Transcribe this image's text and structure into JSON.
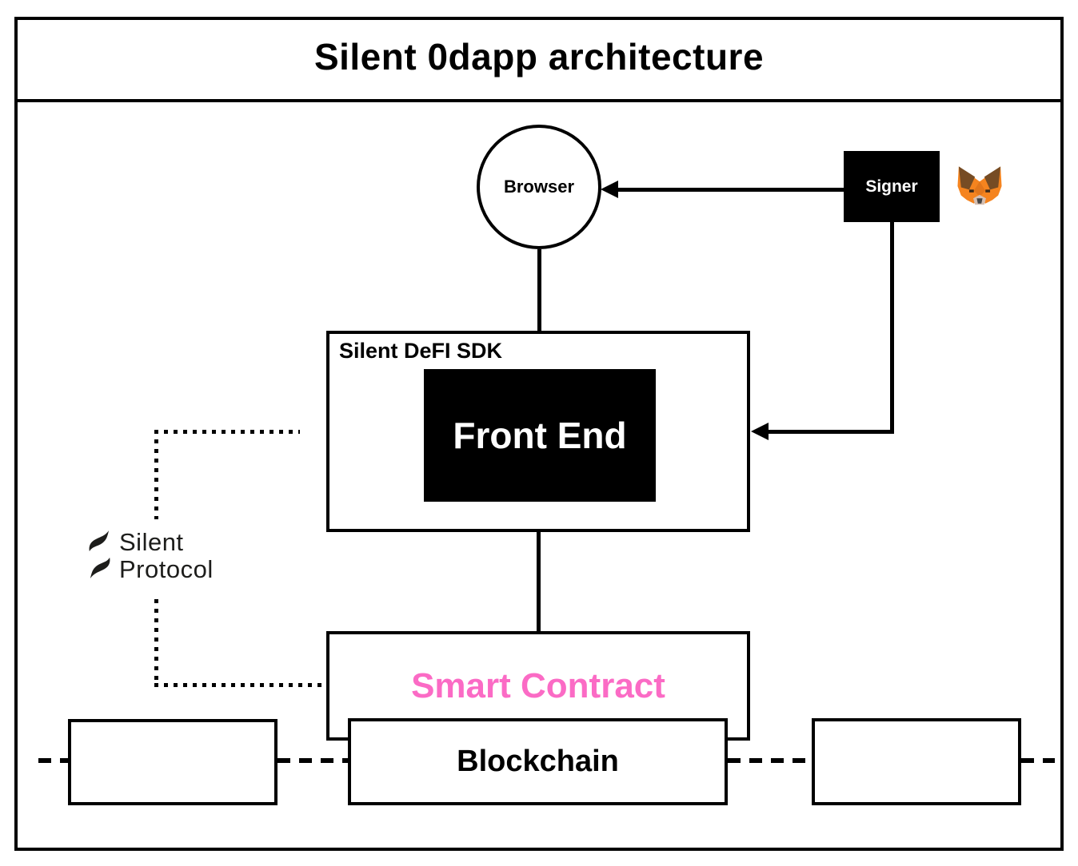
{
  "diagram": {
    "title": "Silent 0dapp architecture",
    "nodes": {
      "browser": {
        "label": "Browser",
        "shape": "circle"
      },
      "signer": {
        "label": "Signer",
        "shape": "filled-black-box"
      },
      "sdk": {
        "label": "Silent DeFI SDK",
        "shape": "box"
      },
      "front_end": {
        "label": "Front End",
        "shape": "filled-black-box"
      },
      "smart_contract": {
        "label": "Smart Contract",
        "shape": "box"
      },
      "blockchain": {
        "label": "Blockchain",
        "shape": "box"
      },
      "peer_box_left": {
        "label": "",
        "shape": "box"
      },
      "peer_box_right": {
        "label": "",
        "shape": "box"
      }
    },
    "logo": {
      "name": "Silent Protocol",
      "line1": "Silent",
      "line2": "Protocol"
    },
    "icons": {
      "metamask": "metamask-fox-icon",
      "silent_protocol_mark": "silent-protocol-logo-icon"
    },
    "edges": [
      {
        "from": "signer",
        "to": "browser",
        "style": "solid-arrow"
      },
      {
        "from": "browser",
        "to": "sdk",
        "style": "solid-line"
      },
      {
        "from": "signer",
        "to": "sdk",
        "style": "solid-arrow"
      },
      {
        "from": "sdk",
        "to": "smart_contract",
        "style": "solid-line"
      },
      {
        "from": "silent_protocol_logo",
        "to": "sdk",
        "style": "dotted-line"
      },
      {
        "from": "silent_protocol_logo",
        "to": "smart_contract",
        "style": "dotted-line"
      },
      {
        "from": "peer_box_left",
        "to": "blockchain",
        "style": "dashed-line"
      },
      {
        "from": "blockchain",
        "to": "peer_box_right",
        "style": "dashed-line"
      }
    ],
    "colors": {
      "smart_contract_text": "#fb6bc5",
      "line": "#000000",
      "node_fill_dark": "#000000",
      "logo_text": "#1d1d1b",
      "metamask_orange": "#f5841f",
      "metamask_brown": "#764c24"
    }
  }
}
